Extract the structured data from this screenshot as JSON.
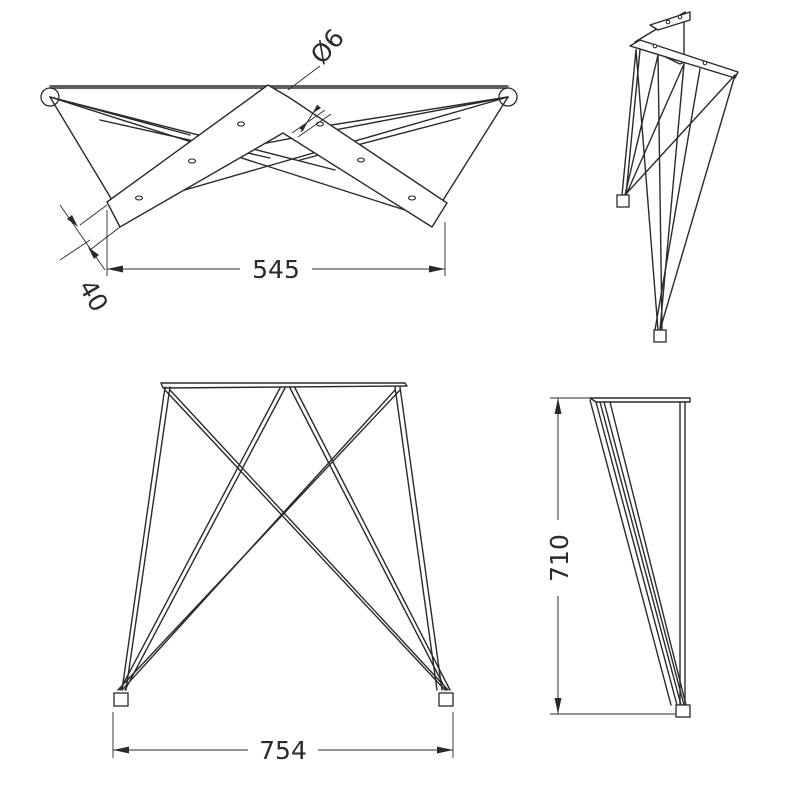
{
  "dimensions": {
    "top_width": "545",
    "plate_width": "40",
    "rod_diameter": "Ø6",
    "bottom_width": "754",
    "height": "710"
  }
}
